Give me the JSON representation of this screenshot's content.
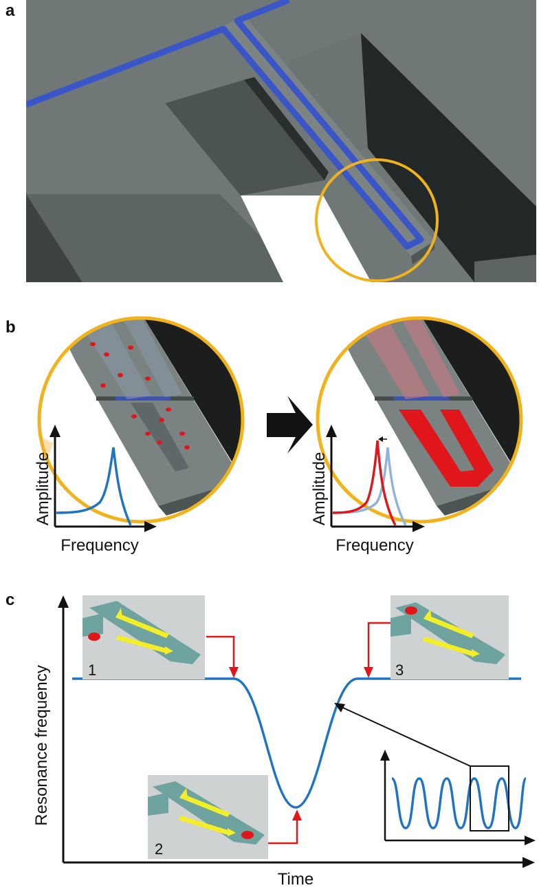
{
  "panels": {
    "a": {
      "letter": "a"
    },
    "b": {
      "letter": "b",
      "left_plot": {
        "ylabel": "Amplitude",
        "xlabel": "Frequency"
      },
      "right_plot": {
        "ylabel": "Amplitude",
        "xlabel": "Frequency"
      }
    },
    "c": {
      "letter": "c",
      "ylabel": "Resonance frequency",
      "xlabel": "Time",
      "insets": [
        {
          "number": "1"
        },
        {
          "number": "2"
        },
        {
          "number": "3"
        }
      ]
    }
  },
  "colors": {
    "highlight_circle": "#f2b21c",
    "channel": "#3a55c8",
    "curve": "#1f74c4",
    "shifted_curve": "#e0161b",
    "arrow": "#e0161b",
    "flow_arrow": "#f4ee28"
  }
}
